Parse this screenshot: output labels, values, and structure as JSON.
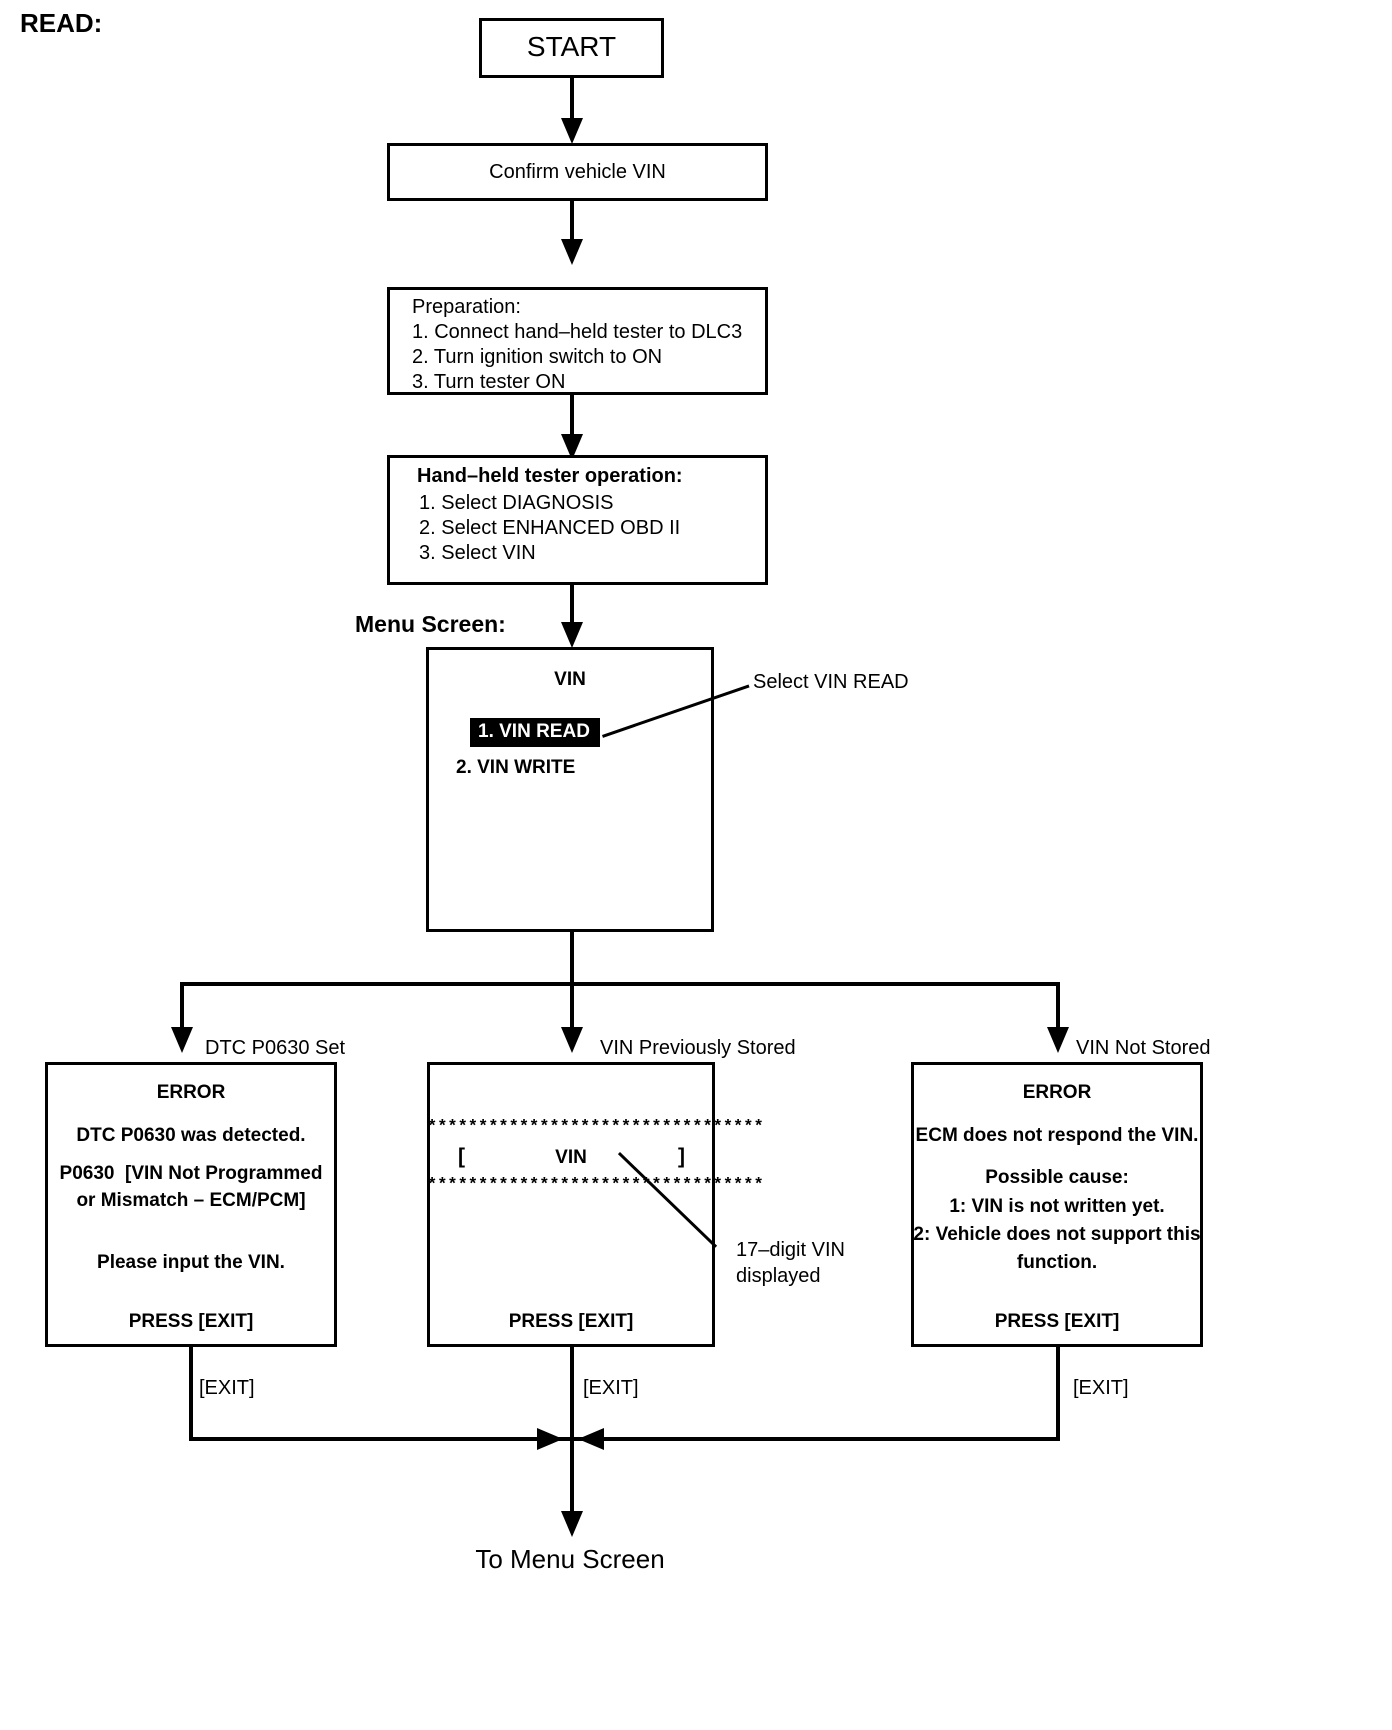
{
  "diagram": {
    "title": "READ:",
    "menu_screen_label": "Menu Screen:",
    "nodes": {
      "start": "START",
      "confirm_vin": "Confirm vehicle VIN",
      "preparation": {
        "heading": "Preparation:",
        "steps": [
          "1. Connect hand–held tester to DLC3",
          "2. Turn ignition switch to ON",
          "3. Turn tester ON"
        ]
      },
      "tester_operation": {
        "heading": "Hand–held tester operation:",
        "steps": [
          "1. Select DIAGNOSIS",
          "2. Select ENHANCED OBD II",
          "3. Select VIN"
        ]
      },
      "vin_menu": {
        "title": "VIN",
        "item_1": "1. VIN READ",
        "item_2": "2. VIN WRITE"
      },
      "error_dtc": {
        "title": "ERROR",
        "line1": "DTC P0630 was detected.",
        "line2": "P0630  [VIN Not Programmed",
        "line3": "or Mismatch – ECM/PCM]",
        "line4": "Please input the VIN.",
        "footer": "PRESS [EXIT]"
      },
      "vin_stored": {
        "asterisks_top": "*********************************",
        "bracket_open": "[",
        "vin_label": "VIN",
        "bracket_close": "]",
        "asterisks_bottom": "*********************************",
        "footer": "PRESS [EXIT]"
      },
      "error_no_vin": {
        "title": "ERROR",
        "line1": "ECM does not respond the VIN.",
        "line2": "Possible cause:",
        "line3": "1: VIN is not written yet.",
        "line4": "2: Vehicle does not support this",
        "line5": "function.",
        "footer": "PRESS [EXIT]"
      }
    },
    "branch_labels": {
      "left": "DTC P0630 Set",
      "middle": "VIN Previously Stored",
      "right": "VIN Not Stored"
    },
    "callouts": {
      "select_vin_read": "Select VIN READ",
      "vin_digits_line1": "17–digit VIN",
      "vin_digits_line2": "displayed"
    },
    "edge_labels": {
      "exit_left": "[EXIT]",
      "exit_middle": "[EXIT]",
      "exit_right": "[EXIT]"
    },
    "terminal": "To Menu Screen"
  }
}
